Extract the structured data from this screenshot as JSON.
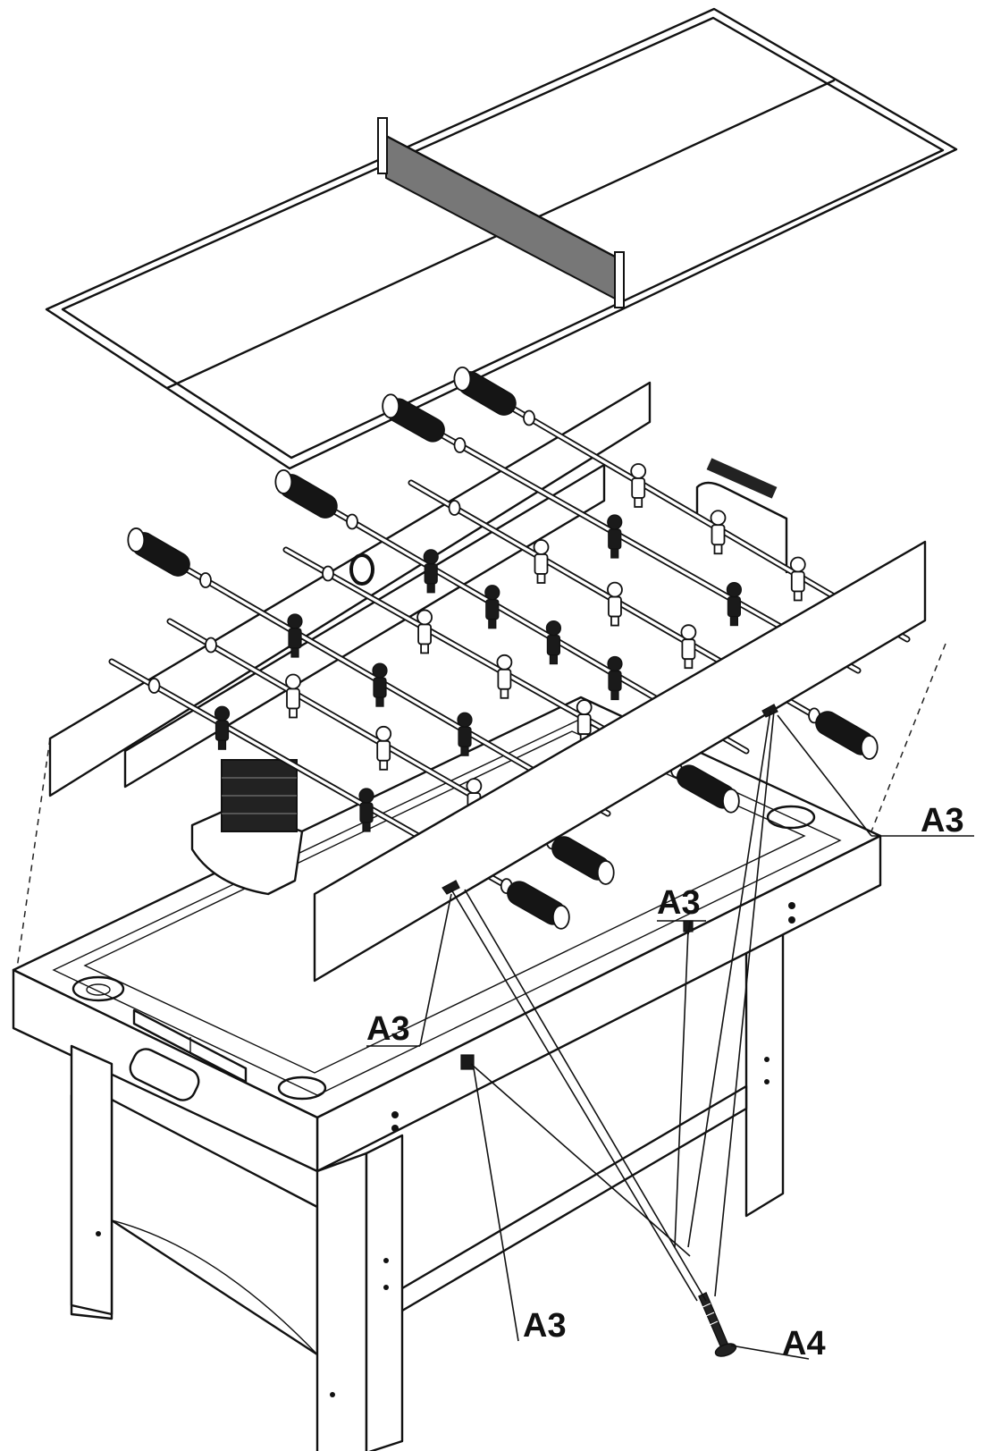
{
  "callouts": [
    {
      "id": "a3-right",
      "label": "A3"
    },
    {
      "id": "a3-upper",
      "label": "A3"
    },
    {
      "id": "a3-left",
      "label": "A3"
    },
    {
      "id": "a3-bottom",
      "label": "A3"
    },
    {
      "id": "a4-screw",
      "label": "A4"
    }
  ]
}
